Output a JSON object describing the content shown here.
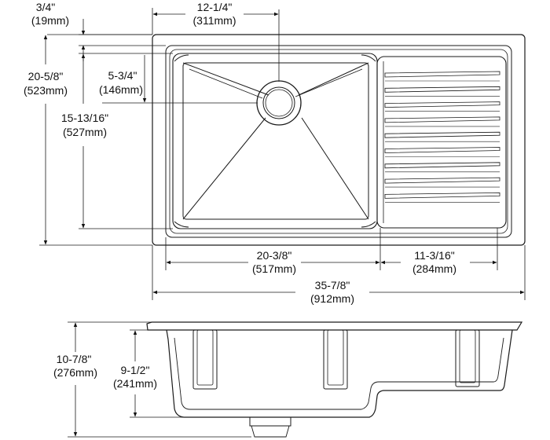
{
  "top_view": {
    "offset_top": {
      "imperial": "3/4\"",
      "metric": "(19mm)"
    },
    "drain_offset_h": {
      "imperial": "12-1/4\"",
      "metric": "(311mm)"
    },
    "overall_depth": {
      "imperial": "20-5/8\"",
      "metric": "(523mm)"
    },
    "drain_offset_v": {
      "imperial": "5-3/4\"",
      "metric": "(146mm)"
    },
    "bowl_depth": {
      "imperial": "15-13/16\"",
      "metric": "(527mm)"
    },
    "bowl_width": {
      "imperial": "20-3/8\"",
      "metric": "(517mm)"
    },
    "drainboard_width": {
      "imperial": "11-3/16\"",
      "metric": "(284mm)"
    },
    "overall_width": {
      "imperial": "35-7/8\"",
      "metric": "(912mm)"
    }
  },
  "side_view": {
    "overall_height": {
      "imperial": "10-7/8\"",
      "metric": "(276mm)"
    },
    "bowl_height": {
      "imperial": "9-1/2\"",
      "metric": "(241mm)"
    }
  }
}
